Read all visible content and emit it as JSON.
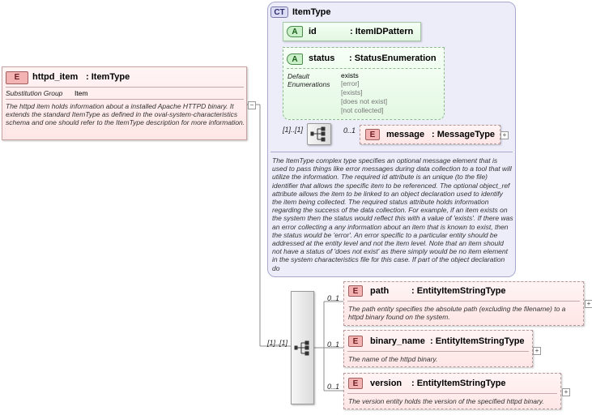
{
  "root": {
    "badge": "E",
    "name": "httpd_item",
    "type": ": ItemType",
    "subst_label": "Substitution Group",
    "subst_value": "Item",
    "description": "The httpd item holds information about a installed Apache HTTPD binary. It extends the standard ItemType as defined in the oval-system-characteristics schema and one should refer to the ItemType description for more information."
  },
  "complex_type": {
    "badge": "CT",
    "name": "ItemType",
    "attr_id": {
      "badge": "A",
      "name": "id",
      "type": ": ItemIDPattern"
    },
    "attr_status": {
      "badge": "A",
      "name": "status",
      "type": ": StatusEnumeration",
      "default_label": "Default",
      "enum_label": "Enumerations",
      "default_value": "exists",
      "enums": [
        "[error]",
        "[exists]",
        "[does not exist]",
        "[not collected]"
      ]
    },
    "seq_cardinality": "[1]..[1]",
    "message": {
      "badge": "E",
      "name": "message",
      "type": ": MessageType",
      "cardinality": "0..1"
    },
    "description": "The ItemType complex type specifies an optional message element that is used to pass things like error messages during data collection to a tool that will utilize the information. The required id attribute is an unique (to the file) identifier that allows the specific item to be referenced. The optional object_ref attribute allows the item to be linked to an object declaration used to identify the item being collected. The required status attribute holds information regarding the success of the data collection. For example, if an item exists on the system then the status would reflect this with a value of 'exists'. If there was an error collecting a any information about an item that is known to exist, then the status would be 'error'. An error specific to a particular entity should be addressed at the entity level and not the item level. Note that an item should not have a status of 'does not exist' as there simply would be no item element in the system characteristics file for this case. If part of the object declaration do"
  },
  "sequence": {
    "cardinality": "[1]..[1]",
    "children": [
      {
        "badge": "E",
        "name": "path",
        "type": ": EntityItemStringType",
        "cardinality": "0..1",
        "description": "The path entity specifies the absolute path (excluding the filename) to a httpd binary found on the system."
      },
      {
        "badge": "E",
        "name": "binary_name",
        "type": ": EntityItemStringType",
        "cardinality": "0..1",
        "description": "The name of the httpd binary."
      },
      {
        "badge": "E",
        "name": "version",
        "type": ": EntityItemStringType",
        "cardinality": "0..1",
        "description": "The version entity holds the version of the specified httpd binary."
      }
    ]
  },
  "colors": {
    "element_fill": "#ffe6e6",
    "attribute_fill": "#e9fbe9",
    "complex_type_fill": "#ededfa",
    "connector": "#8c8c8c"
  }
}
